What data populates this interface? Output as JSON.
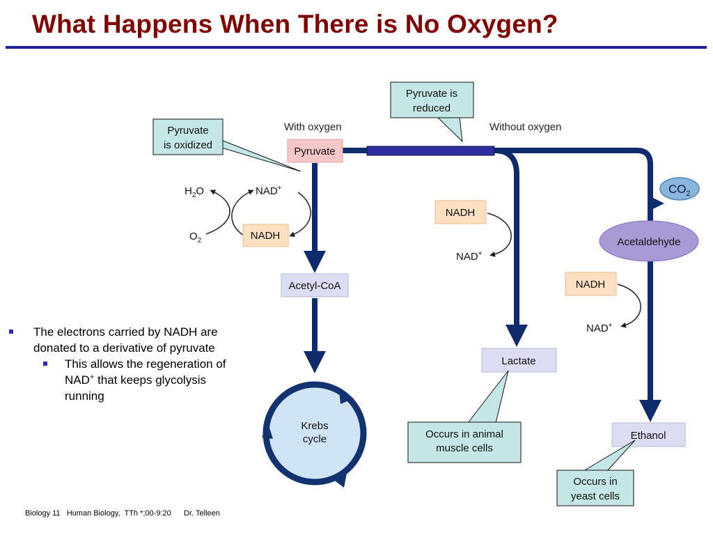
{
  "slide": {
    "title": "What Happens When There is No Oxygen?",
    "footer": "Biology 11   Human Biology,  TTh *;00-9:20      Dr. Telleen"
  },
  "colors": {
    "title": "#800000",
    "rule": "#1f1f9a",
    "pathway_arrow": "#0f2b6b",
    "callout_fill": "#c5e6e6",
    "nadh_fill": "#fde0c2",
    "pyruvate_fill": "#f6c7c7",
    "lavender_fill": "#dcdcf2",
    "krebs_fill": "#cfe4f5",
    "co2_fill": "#8ab6de",
    "acetaldehyde_fill": "#a99ad6",
    "bullet_square": "#2d2dbb"
  },
  "diagram": {
    "with_oxygen": "With oxygen",
    "without_oxygen": "Without oxygen",
    "pyruvate": "Pyruvate",
    "h2o": {
      "main": "H",
      "sub": "2",
      "tail": "O"
    },
    "o2": {
      "main": "O",
      "sub": "2"
    },
    "nad_plus": {
      "main": "NAD",
      "sup": "+"
    },
    "nadh": "NADH",
    "acetyl_coa": "Acetyl-CoA",
    "krebs": {
      "line1": "Krebs",
      "line2": "cycle"
    },
    "lactate": "Lactate",
    "co2": {
      "main": "CO",
      "sub": "2"
    },
    "acetaldehyde": "Acetaldehyde",
    "ethanol": "Ethanol"
  },
  "callouts": {
    "oxidized": {
      "line1": "Pyruvate",
      "line2": "is oxidized"
    },
    "reduced": {
      "line1": "Pyruvate is",
      "line2": "reduced"
    },
    "animal": {
      "line1": "Occurs in animal",
      "line2": "muscle cells"
    },
    "yeast": {
      "line1": "Occurs in",
      "line2": "yeast cells"
    }
  },
  "bullets": {
    "main": {
      "line1": "The electrons carried by NADH are",
      "line2": "donated to a derivative of pyruvate"
    },
    "sub": {
      "line1": "This allows the regeneration of",
      "line2_prefix": "NAD",
      "line2_sup": "+",
      "line2_suffix": " that keeps glycolysis",
      "line3": "running"
    }
  }
}
